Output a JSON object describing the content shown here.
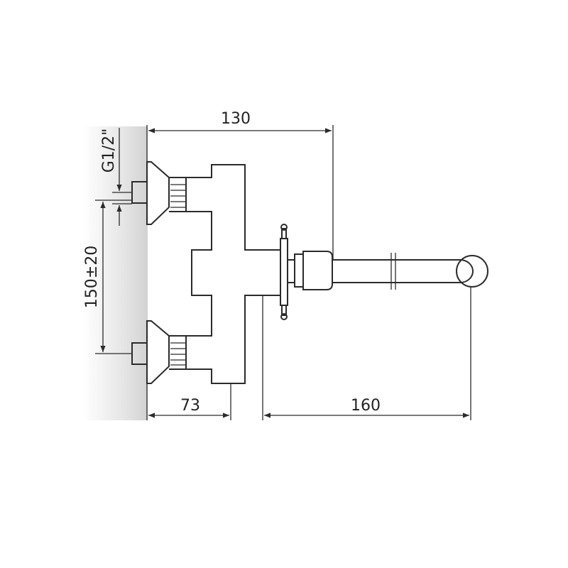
{
  "dimensions": {
    "overall_width": "130",
    "wall_to_body": "73",
    "body_to_spout": "160",
    "centre_distance": "150±20",
    "thread": "G1/2\""
  }
}
